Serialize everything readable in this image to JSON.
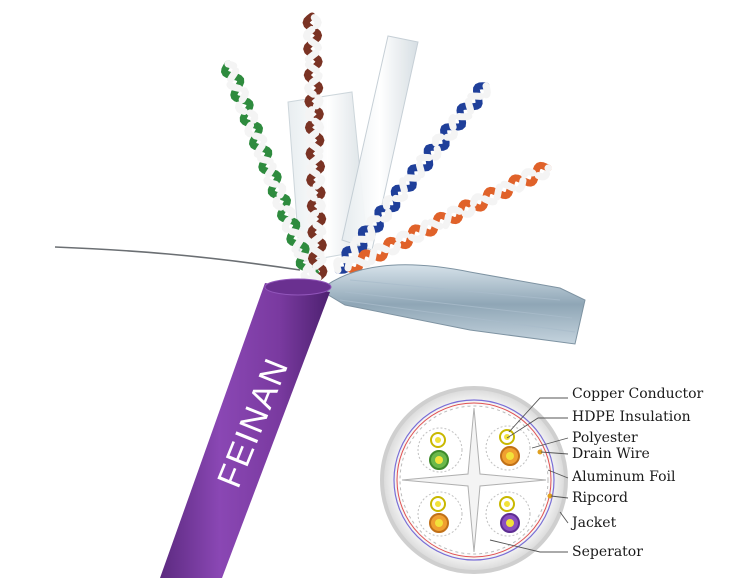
{
  "brand": "FEINAN",
  "cross_section_labels": [
    "Copper Conductor",
    "HDPE Insulation",
    "Polyester",
    "Drain Wire",
    "Aluminum Foil",
    "Ripcord",
    "Jacket",
    "Seperator"
  ],
  "colors": {
    "jacket": "#7a3aa0",
    "pair_green": "#2e8b3e",
    "pair_brown": "#7a3324",
    "pair_blue": "#1f3f9a",
    "pair_orange": "#e0622a",
    "foil": "#9fb4c4",
    "leader_line": "#555555",
    "copper": "#f2e23a"
  }
}
